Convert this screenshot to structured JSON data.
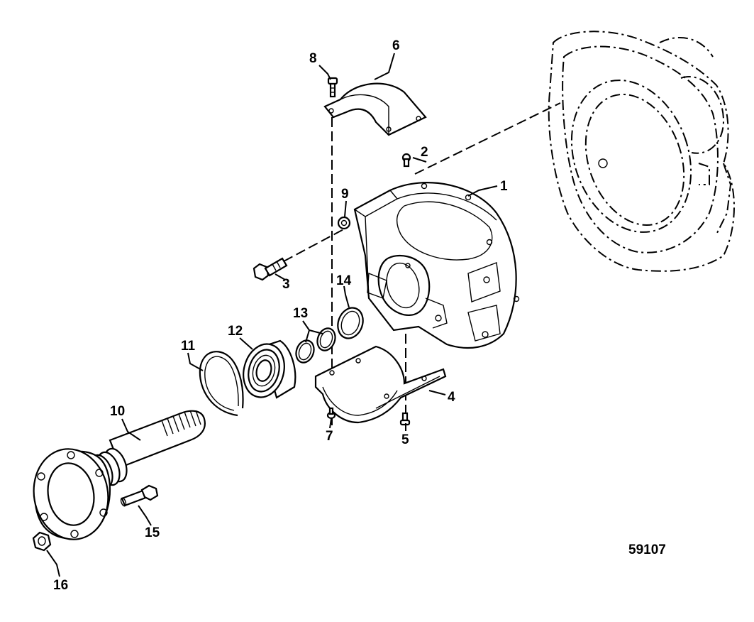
{
  "figure_number": "59107",
  "callouts": [
    {
      "id": "1",
      "name": "housing"
    },
    {
      "id": "2",
      "name": "fitting"
    },
    {
      "id": "3",
      "name": "bolt"
    },
    {
      "id": "4",
      "name": "lower-strap"
    },
    {
      "id": "5",
      "name": "screw"
    },
    {
      "id": "6",
      "name": "upper-strap"
    },
    {
      "id": "7",
      "name": "screw"
    },
    {
      "id": "8",
      "name": "screw"
    },
    {
      "id": "9",
      "name": "washer"
    },
    {
      "id": "10",
      "name": "shaft"
    },
    {
      "id": "11",
      "name": "snap-ring"
    },
    {
      "id": "12",
      "name": "bearing"
    },
    {
      "id": "13",
      "name": "rings"
    },
    {
      "id": "14",
      "name": "ring"
    },
    {
      "id": "15",
      "name": "bolt"
    },
    {
      "id": "16",
      "name": "nut"
    }
  ]
}
